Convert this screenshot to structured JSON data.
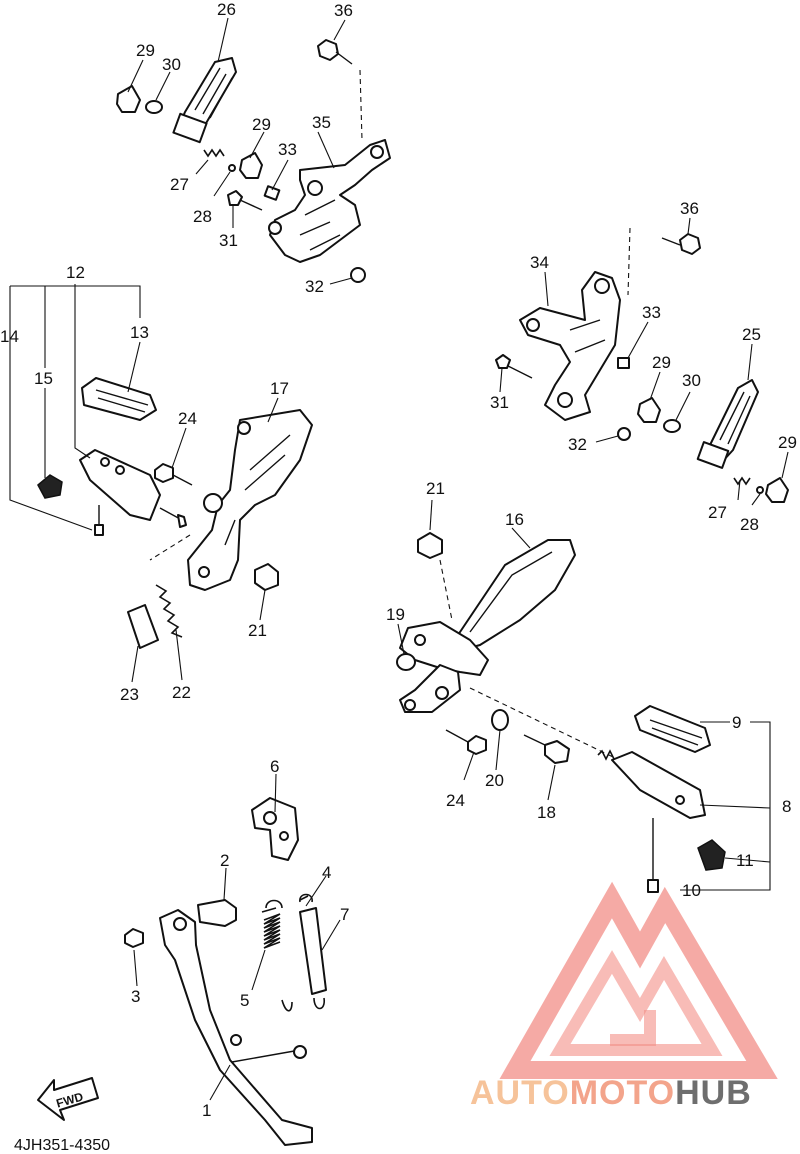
{
  "diagram": {
    "catalog_code": "4JH351-4350",
    "fwd_label": "FWD",
    "part_numbers": {
      "p1": "1",
      "p2": "2",
      "p3": "3",
      "p4": "4",
      "p5": "5",
      "p6": "6",
      "p7": "7",
      "p8": "8",
      "p9": "9",
      "p10": "10",
      "p11": "11",
      "p12": "12",
      "p13": "13",
      "p14": "14",
      "p15": "15",
      "p16": "16",
      "p17": "17",
      "p18": "18",
      "p19": "19",
      "p20": "20",
      "p21a": "21",
      "p21b": "21",
      "p22": "22",
      "p23": "23",
      "p24a": "24",
      "p24b": "24",
      "p25": "25",
      "p26": "26",
      "p27a": "27",
      "p27b": "27",
      "p28a": "28",
      "p28b": "28",
      "p29a": "29",
      "p29b": "29",
      "p29c": "29",
      "p29d": "29",
      "p30a": "30",
      "p30b": "30",
      "p31a": "31",
      "p31b": "31",
      "p32a": "32",
      "p32b": "32",
      "p33a": "33",
      "p33b": "33",
      "p34": "34",
      "p35": "35",
      "p36a": "36",
      "p36b": "36"
    }
  },
  "watermark": {
    "brand_part1": "AUTO",
    "brand_part2": "MOTO",
    "brand_part3": "HUB",
    "colors": {
      "light": "#f6c39a",
      "accent": "#f07b72",
      "dark": "#6e6e6e"
    }
  }
}
